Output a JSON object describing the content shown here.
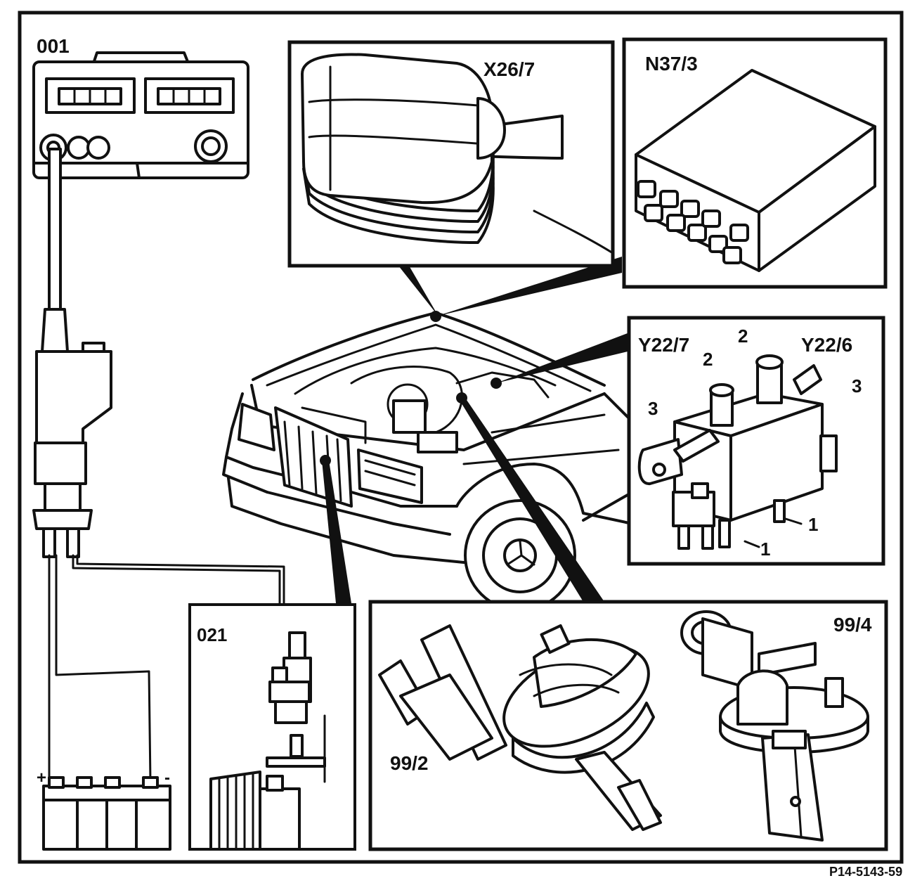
{
  "labels": {
    "tester": "001",
    "adapter": "021",
    "connector": "X26/7",
    "relay": "N37/3",
    "valve_left": "Y22/7",
    "valve_right": "Y22/6",
    "horn_left": "99/2",
    "horn_right": "99/4",
    "pin_2a": "2",
    "pin_2b": "2",
    "pin_3a": "3",
    "pin_3b": "3",
    "pin_1a": "1",
    "pin_1b": "1",
    "battery_plus": "+",
    "battery_minus": "-",
    "figure_code": "P14-5143-59"
  }
}
